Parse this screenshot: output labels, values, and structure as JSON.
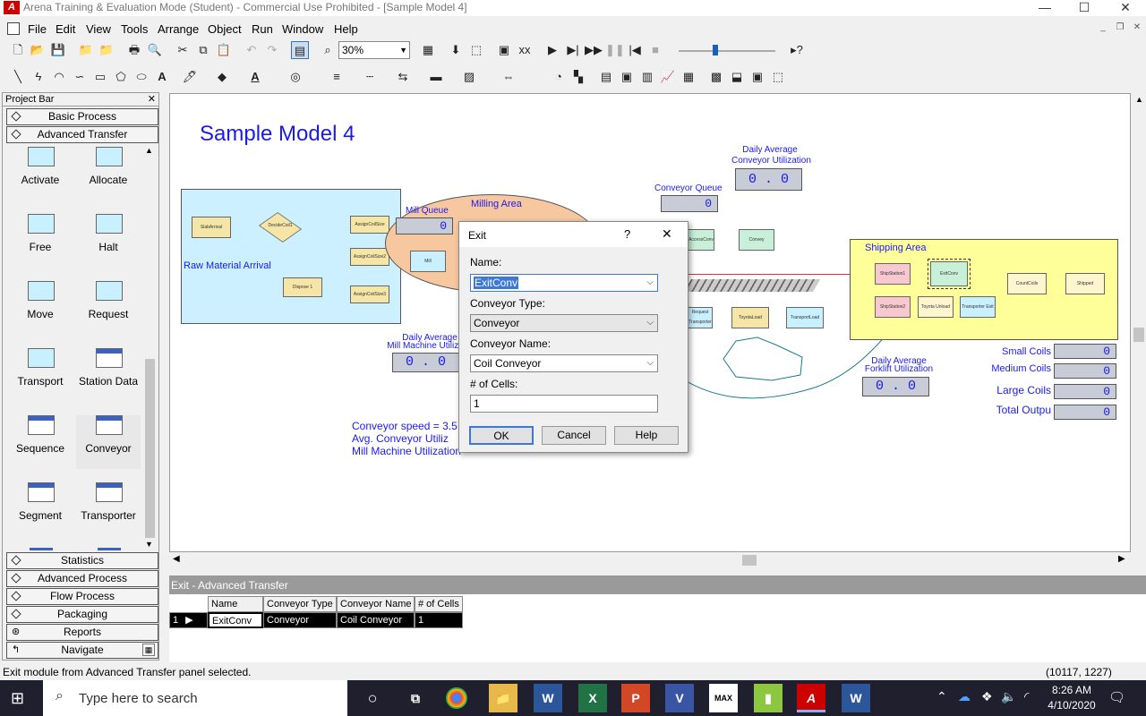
{
  "window": {
    "title": "Arena Training & Evaluation Mode (Student) - Commercial Use Prohibited - [Sample Model 4]"
  },
  "menu": [
    "File",
    "Edit",
    "View",
    "Tools",
    "Arrange",
    "Object",
    "Run",
    "Window",
    "Help"
  ],
  "toolbar": {
    "zoom": "30%"
  },
  "project_bar": {
    "title": "Project Bar",
    "top_panels": [
      "Basic Process",
      "Advanced Transfer"
    ],
    "modules": [
      "Activate",
      "Allocate",
      "Free",
      "Halt",
      "Move",
      "Request",
      "Transport",
      "Station Data",
      "Sequence",
      "Conveyor",
      "Segment",
      "Transporter"
    ],
    "bottom_panels": [
      "Statistics",
      "Advanced Process",
      "Flow Process",
      "Packaging",
      "Reports",
      "Navigate"
    ]
  },
  "canvas": {
    "model_title": "Sample Model 4",
    "raw_area_label": "Raw Material Arrival",
    "milling_area_label": "Milling Area",
    "shipping_area_label": "Shipping Area",
    "mill_queue_label": "Mill Queue",
    "mill_queue_value": "0",
    "conveyor_queue_label": "Conveyor Queue",
    "conveyor_queue_value": "0",
    "conv_util_label1": "Daily Average",
    "conv_util_label2": "Conveyor Utilization",
    "conv_util_value": "0 . 0",
    "mill_util_label1": "Daily Average",
    "mill_util_label2": "Mill Machine Utiliza",
    "mill_util_value": "0 . 0",
    "forklift_util_label1": "Daily Average",
    "forklift_util_label2": "Forklift Utilization",
    "forklift_util_value": "0 . 0",
    "note_lines": [
      "Conveyor speed = 3.5",
      "Avg. Conveyor Utiliz",
      "Mill Machine Utilization"
    ],
    "counters": [
      {
        "label": "Small Coils",
        "value": "0"
      },
      {
        "label": "Medium Coils",
        "value": "0"
      },
      {
        "label": "Large Coils",
        "value": "0"
      },
      {
        "label": "Total Outpu",
        "value": "0"
      }
    ],
    "modules": {
      "slab_arrival": "SlabArrival",
      "decide": "DecideCoil1",
      "assign1": "AssignCoilSize",
      "assign2": "AssignCoilSize2",
      "assign3": "AssignCoilSize3",
      "dispose": "Dispose 1",
      "mill": "Mill",
      "access_conv": "AccessConv",
      "convey": "Convey",
      "request_transporter": "Request Transporter",
      "toyota_load": "ToyotaLoad",
      "transport_load": "TransportLoad",
      "ship_station1": "ShipStation1",
      "exit_conv": "ExitConv",
      "count_coils": "CountCoils",
      "shipped": "Shipped",
      "ship_station2": "ShipStation2",
      "toyota_unload": "Toyota Unload",
      "transporter_exit": "Transporter Exit"
    }
  },
  "dialog": {
    "title": "Exit",
    "help_glyph": "?",
    "close_glyph": "✕",
    "name_label": "Name:",
    "name_value": "ExitConv",
    "conveyor_type_label": "Conveyor Type:",
    "conveyor_type_value": "Conveyor",
    "conveyor_name_label": "Conveyor Name:",
    "conveyor_name_value": "Coil Conveyor",
    "cells_label": "# of Cells:",
    "cells_value": "1",
    "ok": "OK",
    "cancel": "Cancel",
    "help": "Help"
  },
  "sheet": {
    "title": "Exit - Advanced Transfer",
    "headers": [
      "Name",
      "Conveyor Type",
      "Conveyor Name",
      "# of Cells"
    ],
    "row_num": "1",
    "row": [
      "ExitConv",
      "Conveyor",
      "Coil Conveyor",
      "1"
    ]
  },
  "status": {
    "message": "Exit module from Advanced Transfer panel selected.",
    "coords": "(10117, 1227)"
  },
  "taskbar": {
    "search_placeholder": "Type here to search",
    "time": "8:26 AM",
    "date": "4/10/2020"
  }
}
